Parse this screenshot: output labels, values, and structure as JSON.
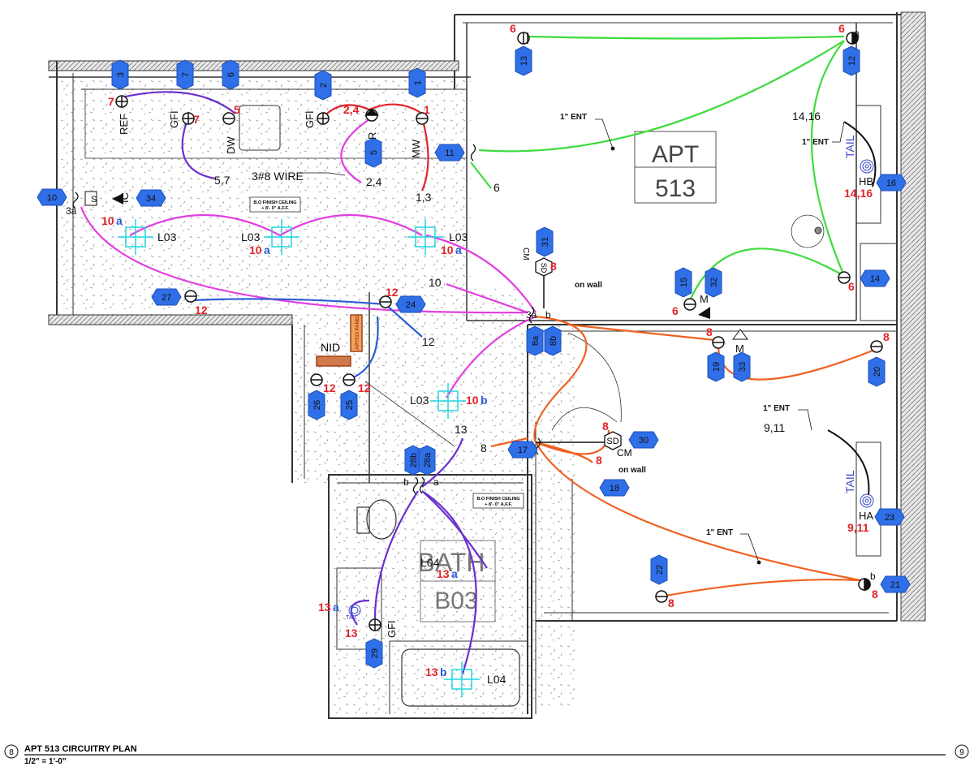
{
  "plan": {
    "room_name": "APT",
    "room_number": "513",
    "bath_name": "BATH",
    "bath_number": "B03",
    "ceiling_note_1": "B.O FINISH CEILING",
    "ceiling_note_2": "+ 8'- 0\" A.F.F.",
    "panel_label": "APT513 PANEL",
    "nid_label": "NID",
    "wire_note": "3#8 WIRE",
    "ent_label": "1\" ENT",
    "on_wall": "on wall"
  },
  "footer": {
    "left_marker": "8",
    "title": "APT 513 CIRCUITRY PLAN",
    "scale": "1/2\" = 1'-0\"",
    "right_marker": "9"
  },
  "tags": [
    {
      "n": "3"
    },
    {
      "n": "7"
    },
    {
      "n": "6"
    },
    {
      "n": "2"
    },
    {
      "n": "1"
    },
    {
      "n": "5"
    },
    {
      "n": "11"
    },
    {
      "n": "13"
    },
    {
      "n": "12"
    },
    {
      "n": "16"
    },
    {
      "n": "10"
    },
    {
      "n": "34"
    },
    {
      "n": "27"
    },
    {
      "n": "24"
    },
    {
      "n": "31"
    },
    {
      "n": "15"
    },
    {
      "n": "32"
    },
    {
      "n": "14"
    },
    {
      "n": "8a"
    },
    {
      "n": "8b"
    },
    {
      "n": "19"
    },
    {
      "n": "33"
    },
    {
      "n": "20"
    },
    {
      "n": "26"
    },
    {
      "n": "25"
    },
    {
      "n": "17"
    },
    {
      "n": "30"
    },
    {
      "n": "18"
    },
    {
      "n": "28b"
    },
    {
      "n": "28a"
    },
    {
      "n": "23"
    },
    {
      "n": "22"
    },
    {
      "n": "21"
    },
    {
      "n": "29"
    }
  ],
  "device_labels": {
    "ref": "REF",
    "gfi": "GFI",
    "dw": "DW",
    "r": "R",
    "mw": "MW",
    "hb": "HB",
    "ha": "HA",
    "s": "S",
    "ic": "IC",
    "cm": "CM",
    "sd": "SD",
    "m": "M",
    "tail": "TAIL",
    "l03": "L03",
    "l04": "L04"
  },
  "circuit_labels": {
    "c7": "7",
    "c5": "5",
    "c24": "2,4",
    "c1": "1",
    "c6": "6",
    "c5_7": "5,7",
    "c13": "1,3",
    "c10a": "10",
    "c10a_suffix": "a",
    "c10": "10",
    "c12": "12",
    "c8": "8",
    "c13b": "13",
    "c13_suffix_b": "b",
    "c13a": "13",
    "c13_suffix_a": "a",
    "c1416": "14,16",
    "c911": "9,11",
    "c3a": "3a",
    "c_a": "a",
    "c_b": "b",
    "c3ab": "3a",
    "c10b": "10",
    "c10_suffix_b": "b"
  }
}
